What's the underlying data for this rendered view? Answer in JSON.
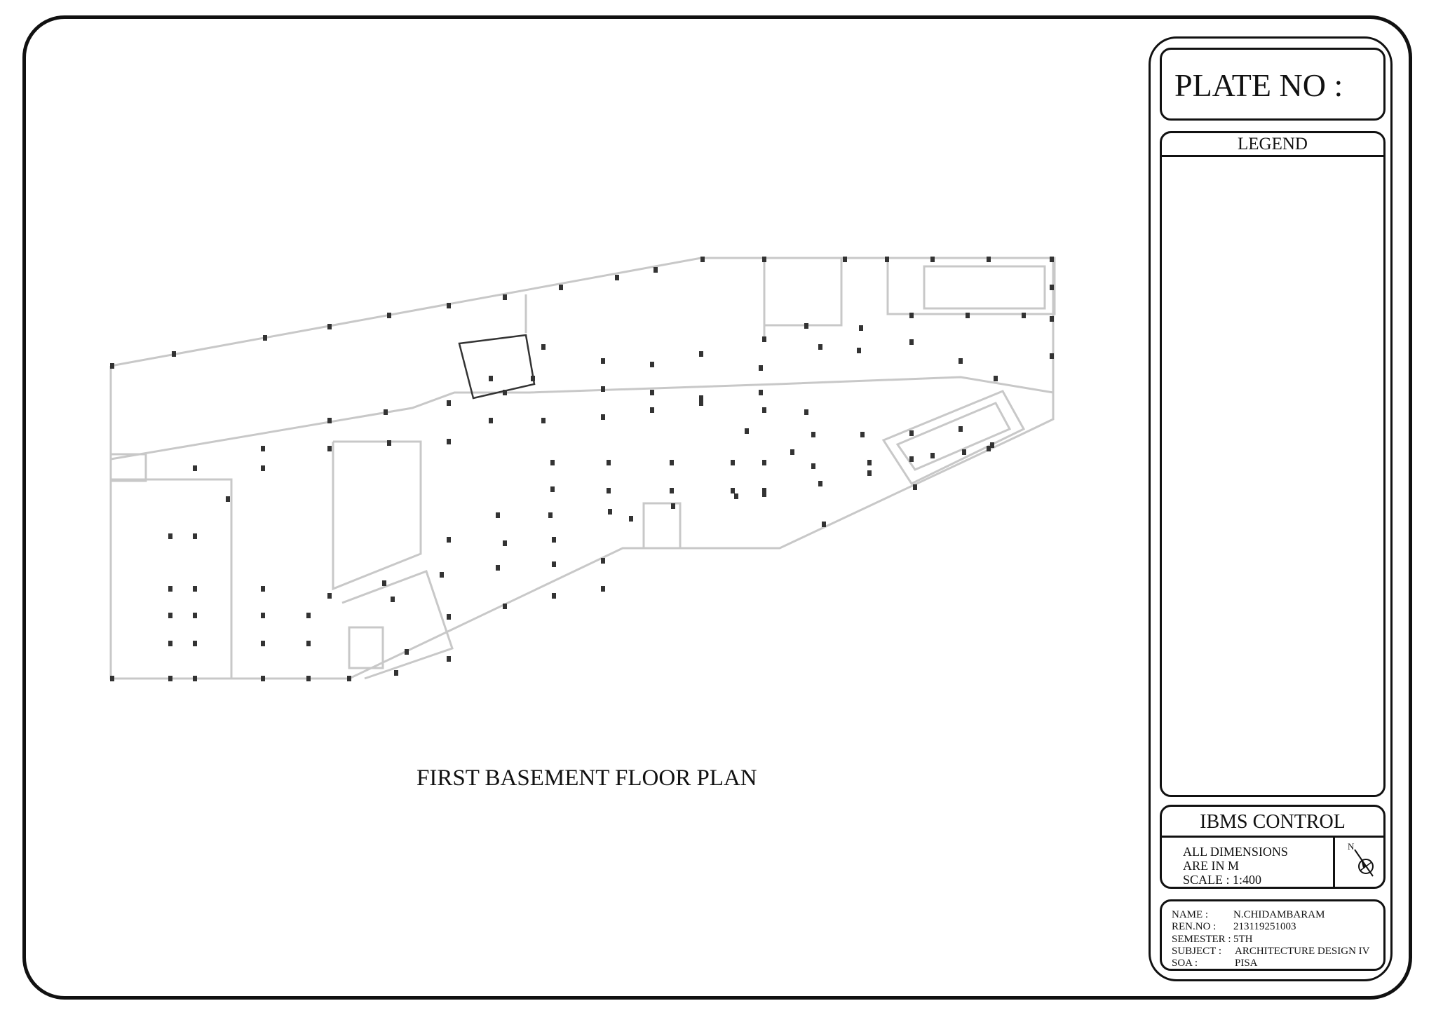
{
  "title_block": {
    "plate_label": "PLATE NO :",
    "legend_heading": "LEGEND",
    "ibms_heading": "IBMS CONTROL",
    "dimensions_line1": "ALL DIMENSIONS",
    "dimensions_line2": "ARE IN M",
    "scale": "SCALE : 1:400",
    "north_label": "N",
    "info": {
      "name_label": "NAME :",
      "name_value": "N.CHIDAMBARAM",
      "regno_label": "REN.NO :",
      "regno_value": "213119251003",
      "semester_label": "SEMESTER :",
      "semester_value": "5TH",
      "subject_label": "SUBJECT :",
      "subject_value": "ARCHITECTURE DESIGN IV",
      "soa_label": "SOA :",
      "soa_value": "PISA"
    }
  },
  "drawing": {
    "plan_title": "FIRST BASEMENT FLOOR PLAN"
  },
  "colors": {
    "ink": "#111111",
    "plan_line": "#c8c8c8",
    "column": "#333333"
  },
  "icons": [
    "north-arrow-icon"
  ]
}
